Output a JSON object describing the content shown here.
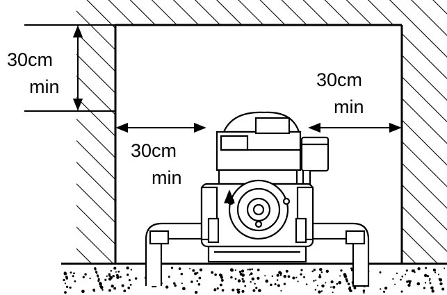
{
  "labels": {
    "top_left_value": "30cm",
    "top_left_unit": "min",
    "right_value": "30cm",
    "right_unit": "min",
    "left_value": "30cm",
    "left_unit": "min"
  }
}
